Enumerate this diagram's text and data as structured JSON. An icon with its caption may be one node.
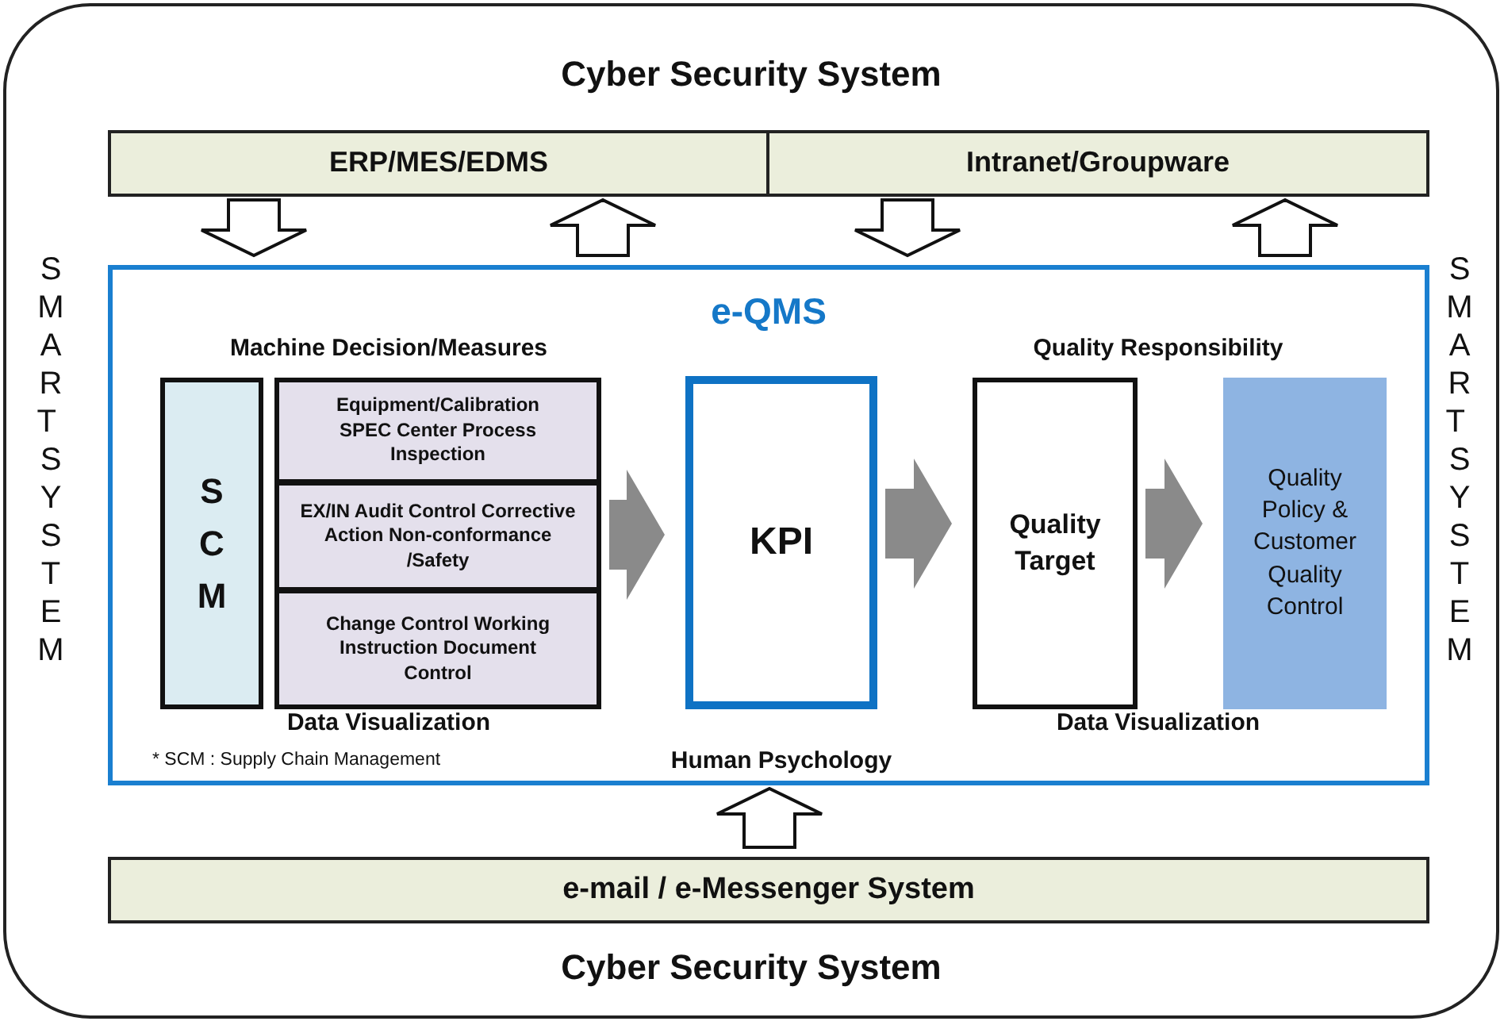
{
  "diagram": {
    "nodes": [
      {
        "text": [
          "Cyber Security System",
          "Cyber Security System"
        ]
      },
      {
        "text": [
          "ERP/MES/EDMS"
        ],
        "in": 0
      },
      {
        "text": [
          "Intranet/Groupware"
        ],
        "in": 0
      },
      {
        "text": [
          "e-QMS"
        ],
        "in": 0
      },
      {
        "text": [
          "SCM"
        ],
        "in": 3
      },
      {
        "text": [
          "Equipment/Calibration SPEC Center Process Inspection"
        ],
        "in": 3
      },
      {
        "text": [
          "EX/IN Audit Control Corrective Action Non-conformance /Safety"
        ],
        "in": 3
      },
      {
        "text": [
          "Change Control Working Instruction Document Control"
        ],
        "in": 3
      },
      {
        "text": [
          "KPI"
        ],
        "in": 3,
        "beside": [
          "Human Psychology"
        ]
      },
      {
        "text": [
          "Quality Target"
        ],
        "in": 3
      },
      {
        "text": [
          "Quality Policy & Customer Quality Control"
        ],
        "in": 3
      },
      {
        "text": [
          "e-mail / e-Messenger System"
        ],
        "in": 0
      }
    ],
    "edges": [
      {
        "from": 1,
        "to": 3,
        "arrow": "to"
      },
      {
        "from": 3,
        "to": 1,
        "arrow": "to"
      },
      {
        "from": 2,
        "to": 3,
        "arrow": "to"
      },
      {
        "from": 3,
        "to": 2,
        "arrow": "to"
      },
      {
        "from": 11,
        "to": 3,
        "arrow": "to"
      },
      {
        "from": 6,
        "to": 8,
        "arrow": "to",
        "style": "thick",
        "color": "#8a8a8a"
      },
      {
        "from": 8,
        "to": 9,
        "arrow": "to",
        "style": "thick",
        "color": "#8a8a8a"
      },
      {
        "from": 9,
        "to": 10,
        "arrow": "to",
        "style": "thick",
        "color": "#8a8a8a"
      }
    ],
    "labels": [
      "SMART SYSTEM",
      "Machine Decision/Measures",
      "Quality Responsibility",
      "SMART SYSTEM",
      "Data Visualization",
      "Data Visualization",
      "* SCM : Supply Chain Management"
    ]
  }
}
